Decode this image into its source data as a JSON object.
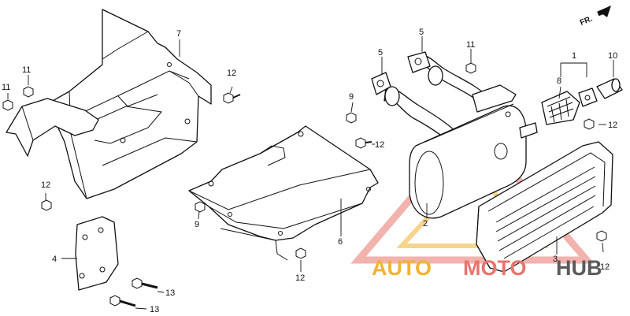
{
  "diagram": {
    "direction_marker": "FR.",
    "callouts": {
      "c1": "1",
      "c2": "2",
      "c3": "3",
      "c4": "4",
      "c5a": "5",
      "c5b": "5",
      "c6": "6",
      "c7": "7",
      "c8": "8",
      "c9a": "9",
      "c9b": "9",
      "c10": "10",
      "c11a": "11",
      "c11b": "11",
      "c11c": "11",
      "c12a": "12",
      "c12b": "12",
      "c12c": "12",
      "c12d": "12",
      "c12e": "12",
      "c12f": "12",
      "c13a": "13",
      "c13b": "13"
    },
    "watermark": {
      "part1": "AUTO",
      "part2": "MOTO",
      "part3": "HUB"
    },
    "colors": {
      "line": "#111111",
      "watermark_orange": "#f2b233",
      "watermark_red": "#e8746c",
      "watermark_gray": "#5b5b5b"
    }
  }
}
